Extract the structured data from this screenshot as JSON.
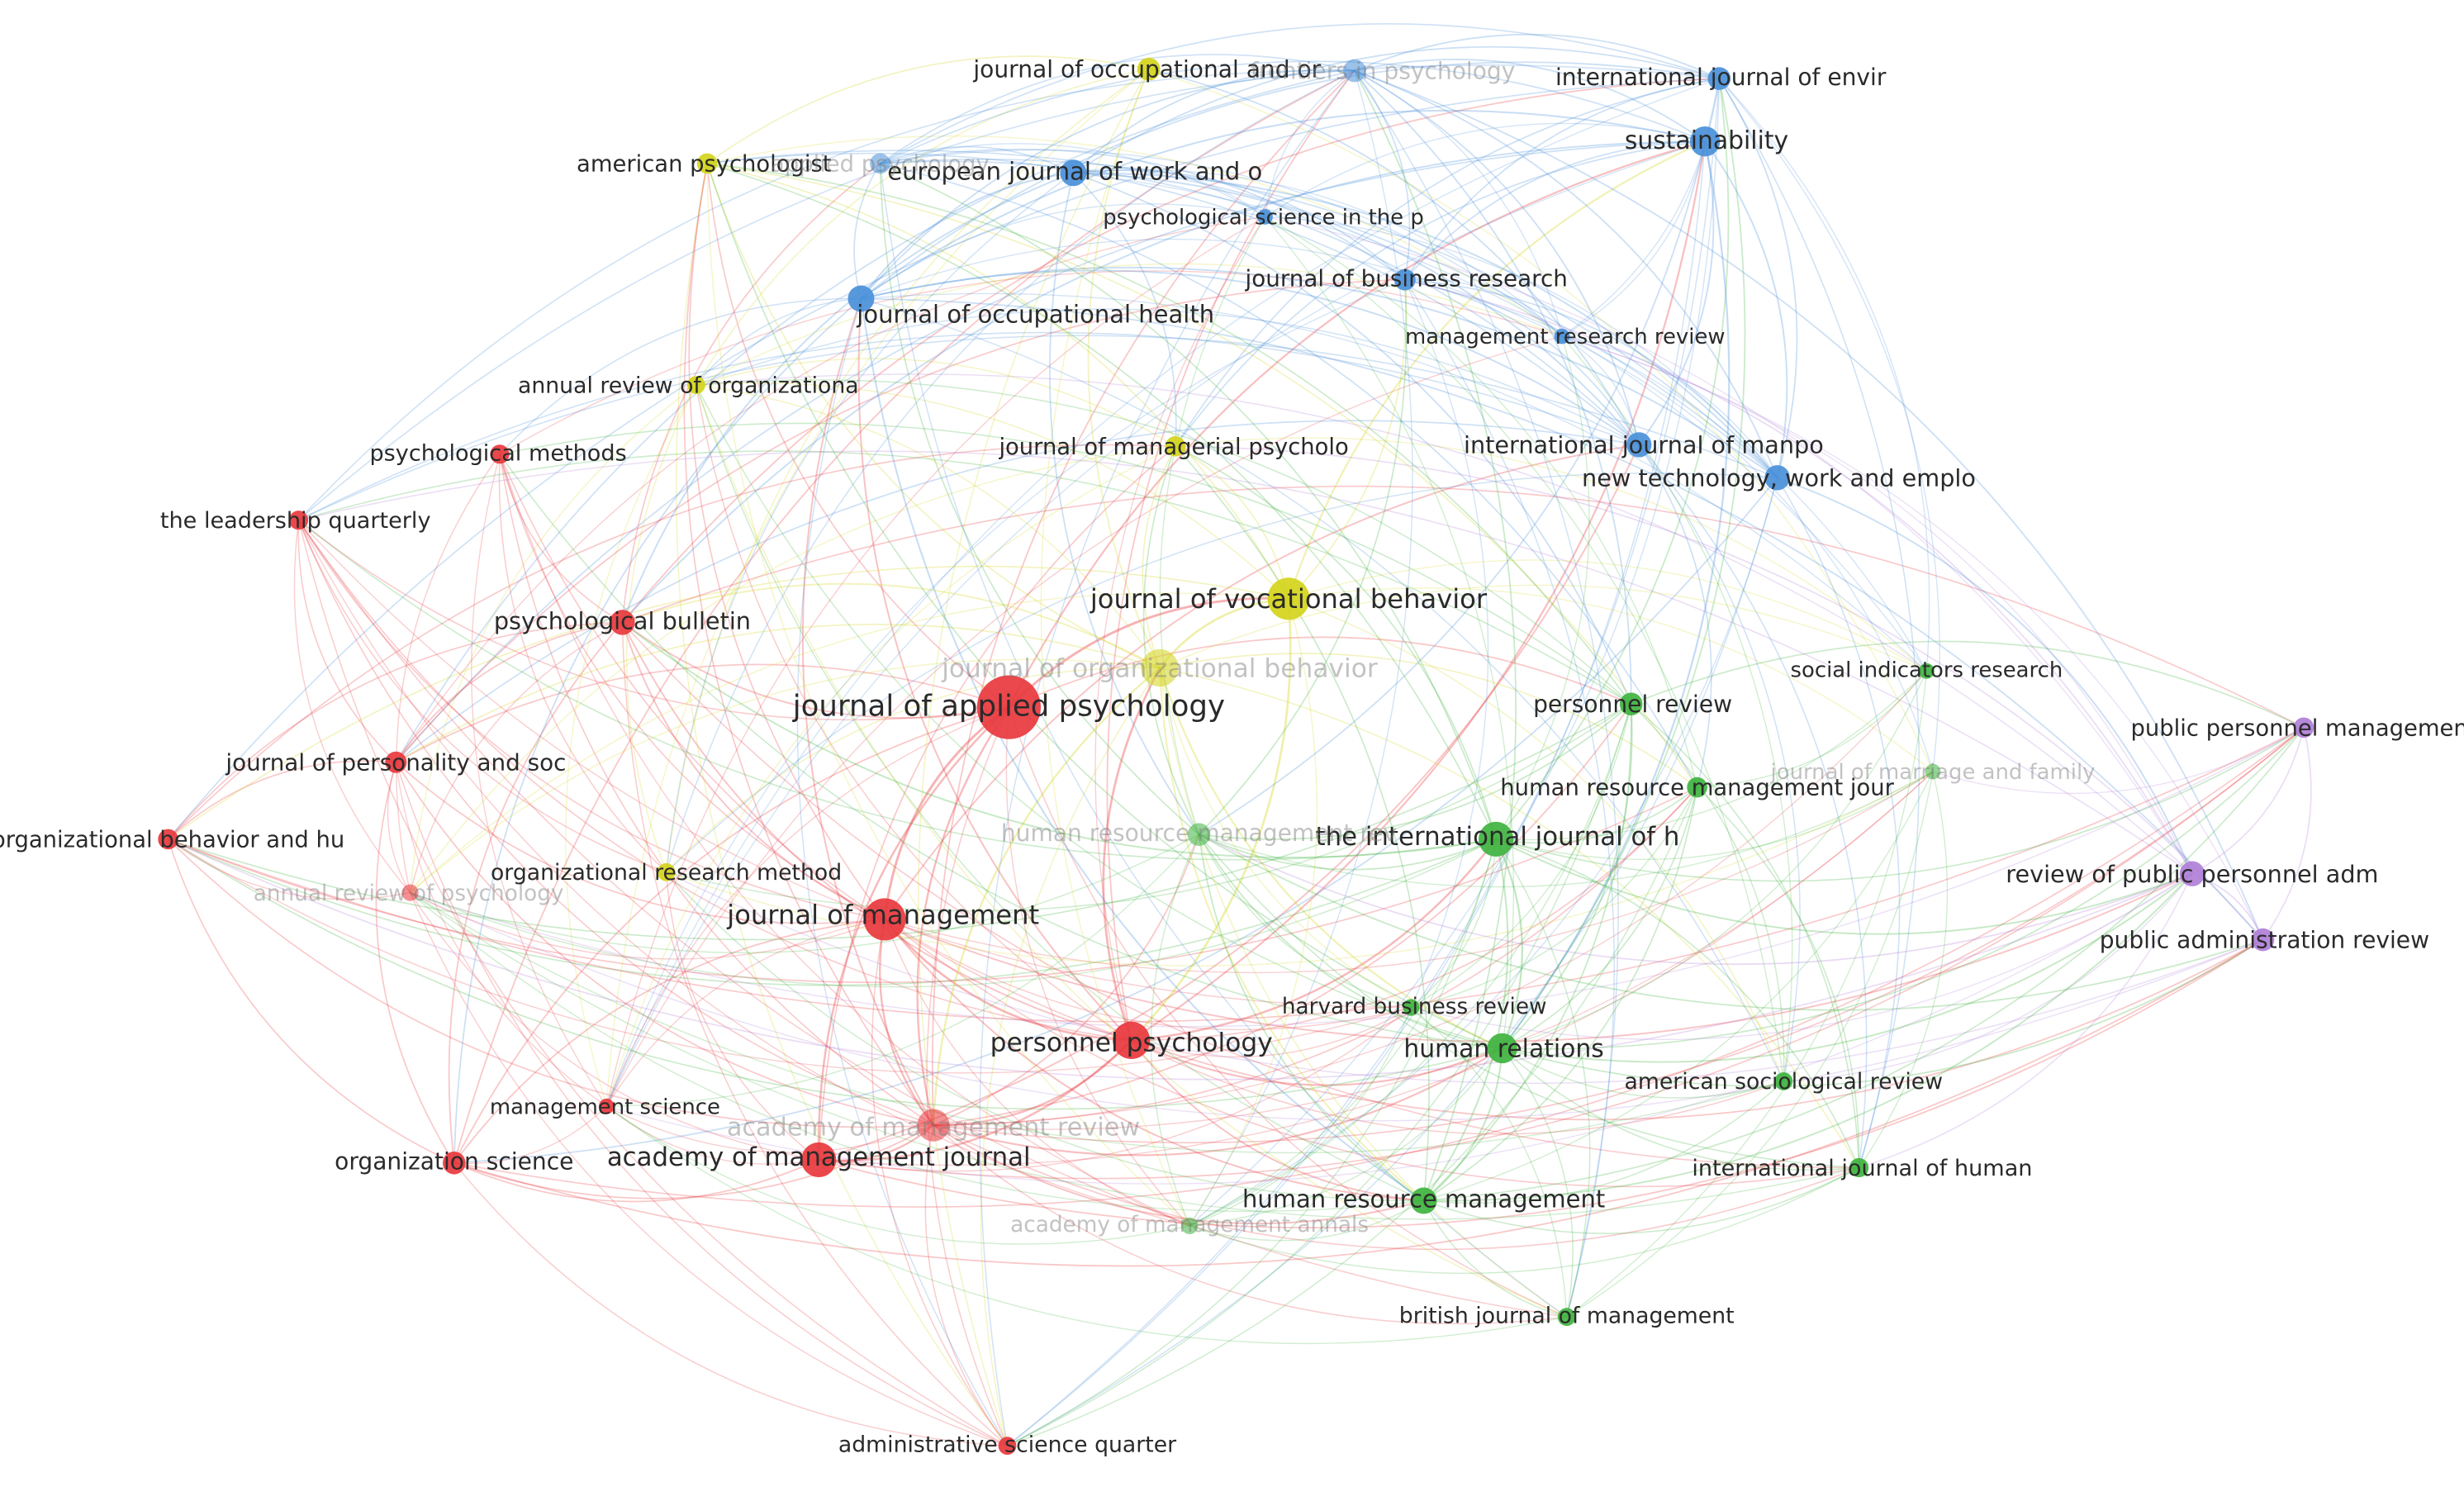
{
  "map": {
    "colors": {
      "red": "#e8383d",
      "green": "#3fb33f",
      "blue": "#4a90d9",
      "yellow": "#d4d41c",
      "purple": "#b07fd8"
    },
    "nodes": [
      {
        "id": "jap",
        "label": "journal of applied psychology",
        "cluster": "red",
        "weight": 48,
        "faded": false
      },
      {
        "id": "jom",
        "label": "journal of management",
        "cluster": "red",
        "weight": 30,
        "faded": false
      },
      {
        "id": "pp",
        "label": "personnel psychology",
        "cluster": "red",
        "weight": 26,
        "faded": false
      },
      {
        "id": "amj",
        "label": "academy of management journal",
        "cluster": "red",
        "weight": 24,
        "faded": false
      },
      {
        "id": "amr",
        "label": "academy of management review",
        "cluster": "red",
        "weight": 22,
        "faded": true
      },
      {
        "id": "asq",
        "label": "administrative science quarter",
        "cluster": "red",
        "weight": 10,
        "faded": false
      },
      {
        "id": "os",
        "label": "organization science",
        "cluster": "red",
        "weight": 14,
        "faded": false
      },
      {
        "id": "ms",
        "label": "management science",
        "cluster": "red",
        "weight": 8,
        "faded": false
      },
      {
        "id": "obhdp",
        "label": "organizational behavior and hu",
        "cluster": "red",
        "weight": 12,
        "faded": false
      },
      {
        "id": "arp",
        "label": "annual review of psychology",
        "cluster": "red",
        "weight": 9,
        "faded": true
      },
      {
        "id": "jpsp",
        "label": "journal of personality and soc",
        "cluster": "red",
        "weight": 13,
        "faded": false
      },
      {
        "id": "pb",
        "label": "psychological bulletin",
        "cluster": "red",
        "weight": 16,
        "faded": false
      },
      {
        "id": "tlq",
        "label": "the leadership quarterly",
        "cluster": "red",
        "weight": 11,
        "faded": false
      },
      {
        "id": "pm",
        "label": "psychological methods",
        "cluster": "red",
        "weight": 11,
        "faded": false
      },
      {
        "id": "jvb",
        "label": "journal of vocational behavior",
        "cluster": "yellow",
        "weight": 30,
        "faded": false
      },
      {
        "id": "job",
        "label": "journal of organizational behavior",
        "cluster": "yellow",
        "weight": 26,
        "faded": true
      },
      {
        "id": "jmp",
        "label": "journal of managerial psycholo",
        "cluster": "yellow",
        "weight": 12,
        "faded": false
      },
      {
        "id": "aro",
        "label": "annual review of organizationa",
        "cluster": "yellow",
        "weight": 10,
        "faded": false
      },
      {
        "id": "ap",
        "label": "american psychologist",
        "cluster": "yellow",
        "weight": 12,
        "faded": false
      },
      {
        "id": "joop",
        "label": "journal of occupational and or",
        "cluster": "yellow",
        "weight": 14,
        "faded": false
      },
      {
        "id": "orm",
        "label": "organizational research method",
        "cluster": "yellow",
        "weight": 10,
        "faded": false
      },
      {
        "id": "fip",
        "label": "frontiers in psychology",
        "cluster": "blue",
        "weight": 14,
        "faded": true
      },
      {
        "id": "ijerph",
        "label": "international journal of envir",
        "cluster": "blue",
        "weight": 14,
        "faded": false
      },
      {
        "id": "sus",
        "label": "sustainability",
        "cluster": "blue",
        "weight": 20,
        "faded": false
      },
      {
        "id": "ejwop",
        "label": "european journal of work and o",
        "cluster": "blue",
        "weight": 17,
        "faded": false
      },
      {
        "id": "apa",
        "label": "applied psychology",
        "cluster": "blue",
        "weight": 12,
        "faded": true
      },
      {
        "id": "pspi",
        "label": "psychological science in the p",
        "cluster": "blue",
        "weight": 8,
        "faded": false
      },
      {
        "id": "jbr",
        "label": "journal of business research",
        "cluster": "blue",
        "weight": 13,
        "faded": false
      },
      {
        "id": "johp",
        "label": "journal of occupational health",
        "cluster": "blue",
        "weight": 17,
        "faded": false
      },
      {
        "id": "mrr",
        "label": "management research review",
        "cluster": "blue",
        "weight": 8,
        "faded": false
      },
      {
        "id": "ijm",
        "label": "international journal of manpo",
        "cluster": "blue",
        "weight": 16,
        "faded": false
      },
      {
        "id": "ntwe",
        "label": "new technology, work and emplo",
        "cluster": "blue",
        "weight": 16,
        "faded": false
      },
      {
        "id": "ijhrm",
        "label": "the international journal of h",
        "cluster": "green",
        "weight": 24,
        "faded": false
      },
      {
        "id": "hrmr",
        "label": "human resource management rev",
        "cluster": "green",
        "weight": 14,
        "faded": true
      },
      {
        "id": "hrmj",
        "label": "human resource management jour",
        "cluster": "green",
        "weight": 12,
        "faded": false
      },
      {
        "id": "pr",
        "label": "personnel review",
        "cluster": "green",
        "weight": 14,
        "faded": false
      },
      {
        "id": "sir",
        "label": "social indicators research",
        "cluster": "green",
        "weight": 8,
        "faded": false
      },
      {
        "id": "jmf",
        "label": "journal of marriage and family",
        "cluster": "green",
        "weight": 8,
        "faded": true
      },
      {
        "id": "hr",
        "label": "human relations",
        "cluster": "green",
        "weight": 20,
        "faded": false
      },
      {
        "id": "hbr",
        "label": "harvard business review",
        "cluster": "green",
        "weight": 9,
        "faded": false
      },
      {
        "id": "asr",
        "label": "american sociological review",
        "cluster": "green",
        "weight": 10,
        "faded": false
      },
      {
        "id": "ijhr",
        "label": "international journal of human",
        "cluster": "green",
        "weight": 11,
        "faded": false
      },
      {
        "id": "hrm",
        "label": "human resource management",
        "cluster": "green",
        "weight": 17,
        "faded": false
      },
      {
        "id": "bjm",
        "label": "british journal of management",
        "cluster": "green",
        "weight": 10,
        "faded": false
      },
      {
        "id": "ama",
        "label": "academy of management annals",
        "cluster": "green",
        "weight": 9,
        "faded": true
      },
      {
        "id": "ppm",
        "label": "public personnel management",
        "cluster": "purple",
        "weight": 12,
        "faded": false
      },
      {
        "id": "rppa",
        "label": "review of public personnel adm",
        "cluster": "purple",
        "weight": 16,
        "faded": false
      },
      {
        "id": "par",
        "label": "public administration review",
        "cluster": "purple",
        "weight": 14,
        "faded": false
      }
    ]
  }
}
